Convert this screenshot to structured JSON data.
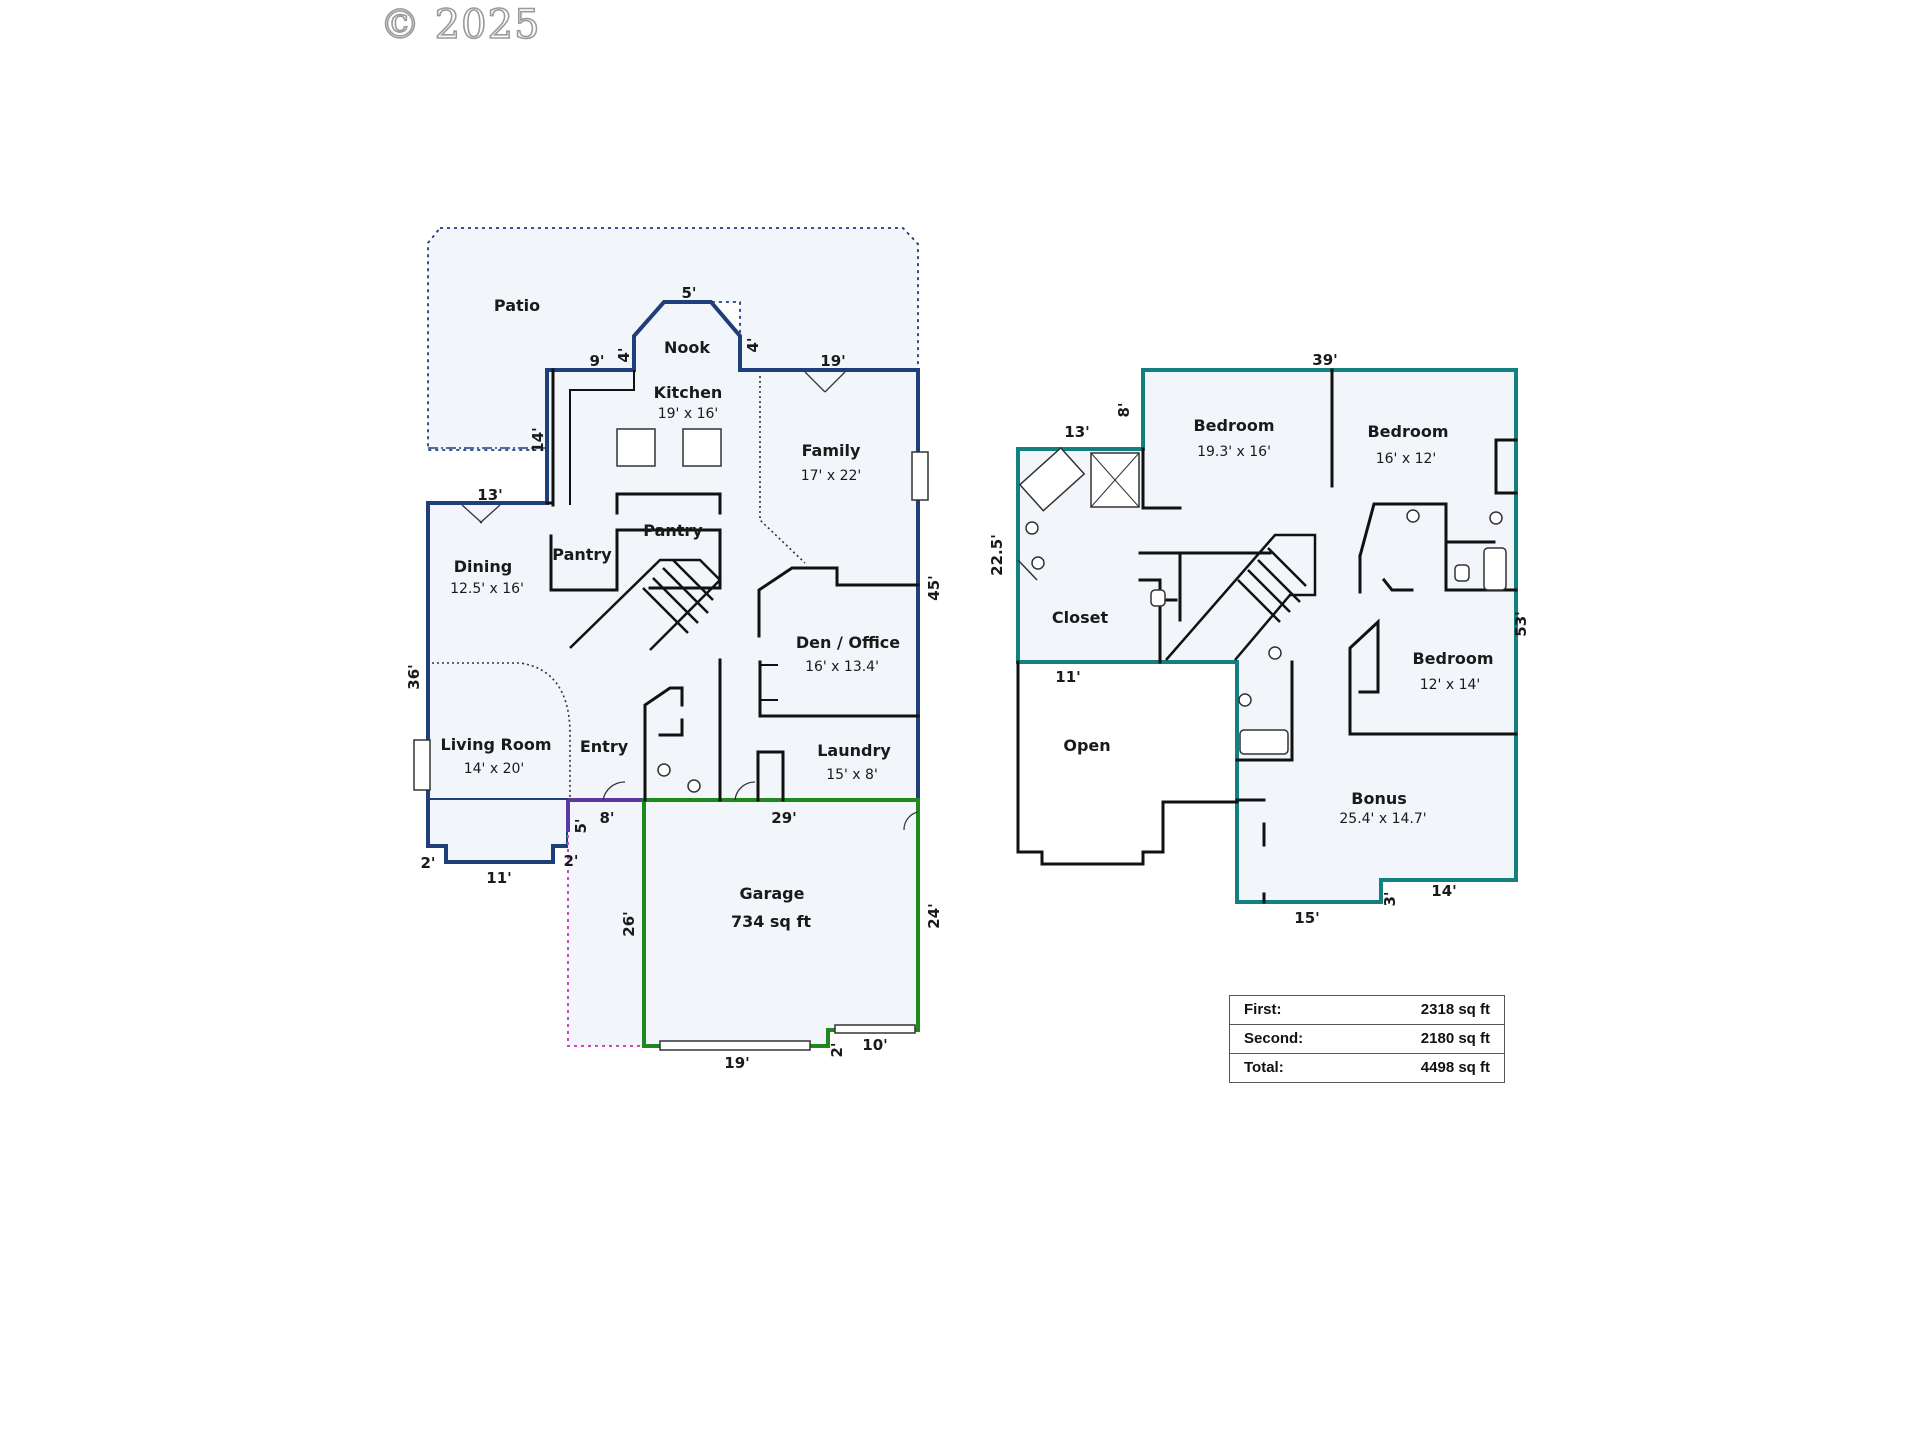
{
  "copyright": "© 2025",
  "colors": {
    "first_floor_outline": "#1f3f7a",
    "second_floor_outline": "#138080",
    "garage_outline": "#1e8a1e",
    "porch_outline": "#5a3aa0",
    "dotted_outline": "#cc44cc",
    "floor_fill": "#f2f5f9"
  },
  "first_floor": {
    "rooms": [
      {
        "name": "Patio"
      },
      {
        "name": "Nook"
      },
      {
        "name": "Kitchen",
        "dims": "19' x 16'"
      },
      {
        "name": "Family",
        "dims": "17' x 22'"
      },
      {
        "name": "Pantry"
      },
      {
        "name": "Pantry"
      },
      {
        "name": "Dining",
        "dims": "12.5' x 16'"
      },
      {
        "name": "Den / Office",
        "dims": "16' x 13.4'"
      },
      {
        "name": "Living Room",
        "dims": "14' x 20'"
      },
      {
        "name": "Entry"
      },
      {
        "name": "Laundry",
        "dims": "15' x 8'"
      },
      {
        "name": "Garage",
        "dims": "734 sq ft"
      }
    ],
    "dimensions": [
      "5'",
      "4'",
      "4'",
      "9'",
      "19'",
      "14'",
      "13'",
      "36'",
      "45'",
      "2'",
      "11'",
      "2'",
      "8'",
      "5'",
      "29'",
      "26'",
      "24'",
      "19'",
      "2'",
      "10'"
    ]
  },
  "second_floor": {
    "rooms": [
      {
        "name": "Bedroom",
        "dims": "19.3' x 16'"
      },
      {
        "name": "Bedroom",
        "dims": "16' x 12'"
      },
      {
        "name": "Closet"
      },
      {
        "name": "Bedroom",
        "dims": "12' x 14'"
      },
      {
        "name": "Open"
      },
      {
        "name": "Bonus",
        "dims": "25.4' x 14.7'"
      }
    ],
    "dimensions": [
      "39'",
      "8'",
      "13'",
      "22.5'",
      "53'",
      "11'",
      "3'",
      "14'",
      "15'"
    ]
  },
  "totals": [
    {
      "label": "First:",
      "value": "2318 sq ft"
    },
    {
      "label": "Second:",
      "value": "2180 sq ft"
    },
    {
      "label": "Total:",
      "value": "4498 sq ft"
    }
  ]
}
